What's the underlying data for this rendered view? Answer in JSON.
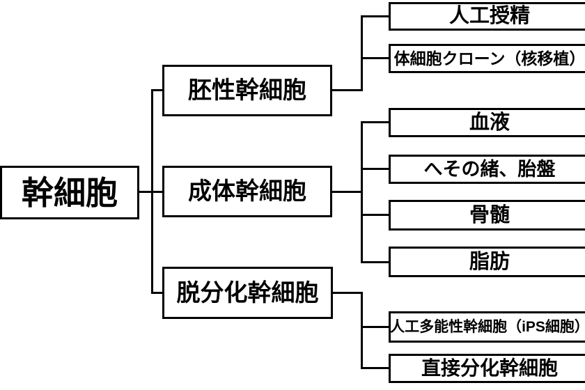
{
  "diagram": {
    "root": {
      "label": "幹細胞"
    },
    "branches": [
      {
        "label": "胚性幹細胞",
        "children": [
          {
            "label": "人工授精"
          },
          {
            "label": "体細胞クローン（核移植）"
          }
        ]
      },
      {
        "label": "成体幹細胞",
        "children": [
          {
            "label": "血液"
          },
          {
            "label": "へその緒、胎盤"
          },
          {
            "label": "骨髄"
          },
          {
            "label": "脂肪"
          }
        ]
      },
      {
        "label": "脱分化幹細胞",
        "children": [
          {
            "label": "人工多能性幹細胞（iPS細胞）"
          },
          {
            "label": "直接分化幹細胞"
          }
        ]
      }
    ],
    "colors": {
      "background": "#ffffff",
      "line": "#000000",
      "box_border": "#000000",
      "text": "#000000"
    }
  }
}
